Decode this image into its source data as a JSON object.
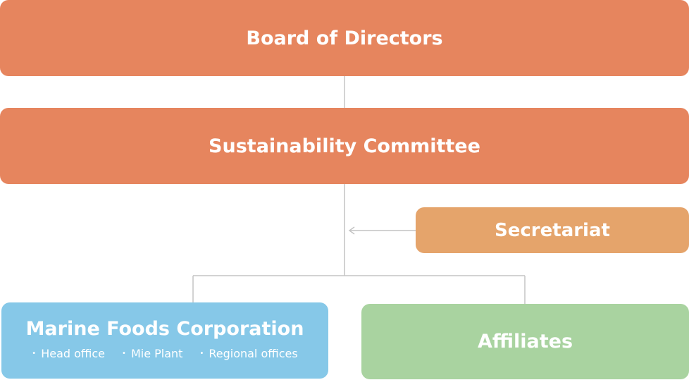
{
  "colors": {
    "board": "#e6855e",
    "committee": "#e6855e",
    "secretariat": "#e5a46b",
    "marine": "#86c8e8",
    "affiliates": "#a9d3a0",
    "connector": "#c4c4c4"
  },
  "nodes": {
    "board": {
      "label": "Board of Directors"
    },
    "committee": {
      "label": "Sustainability Committee"
    },
    "secretariat": {
      "label": "Secretariat"
    },
    "marine": {
      "label": "Marine Foods Corporation",
      "subitems": [
        "Head office",
        "Mie Plant",
        "Regional offices"
      ]
    },
    "affiliates": {
      "label": "Affiliates"
    }
  }
}
